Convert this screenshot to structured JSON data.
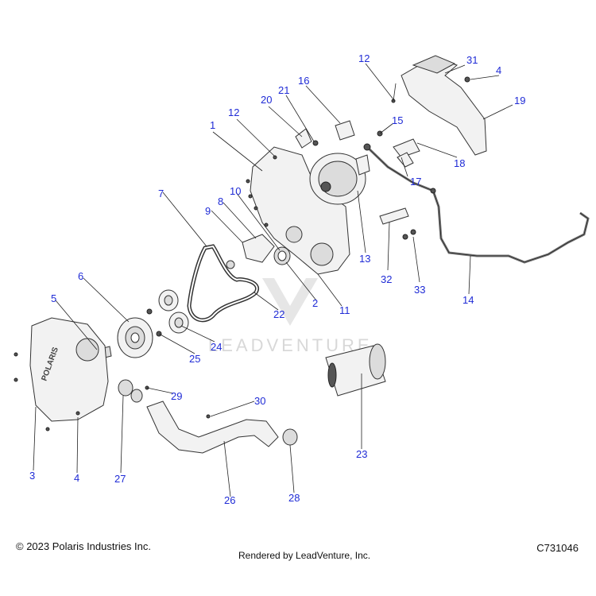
{
  "diagram": {
    "callouts": [
      "1",
      "2",
      "3",
      "4",
      "4",
      "5",
      "6",
      "7",
      "8",
      "9",
      "10",
      "11",
      "12",
      "12",
      "13",
      "14",
      "15",
      "16",
      "17",
      "18",
      "19",
      "20",
      "21",
      "22",
      "23",
      "24",
      "25",
      "26",
      "27",
      "28",
      "29",
      "30",
      "31",
      "32",
      "33"
    ],
    "watermark": "LEADVENTURE",
    "logo_text": "POLARIS"
  },
  "footer": {
    "copyright": "© 2023 Polaris Industries Inc.",
    "rendered_by": "Rendered by LeadVenture, Inc.",
    "code": "C731046"
  }
}
